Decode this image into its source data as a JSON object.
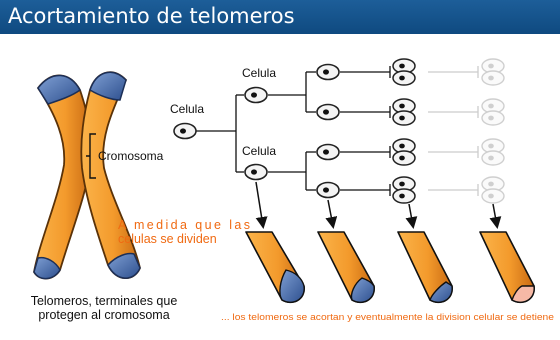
{
  "header": {
    "title": "Acortamiento de telomeros"
  },
  "colors": {
    "header_bg": "#1d5e99",
    "chromosome": "#f39a2c",
    "telomere": "#3e67a8",
    "annotation": "#f06a12"
  },
  "labels": {
    "chromosome": "Cromosoma",
    "cell_root": "Celula",
    "cell_top": "Celula",
    "cell_bottom": "Celula",
    "division_line1": "A medida que las",
    "division_line2": "celulas se dividen",
    "telomeres_line1": "Telomeros, terminales que",
    "telomeres_line2": "protegen al cromosoma",
    "bottom_note": "... los telomeros se acortan y eventualmente la division celular se detiene"
  },
  "chromatid_tips": {
    "telomere_level": [
      1.0,
      0.66,
      0.4,
      0.0
    ]
  }
}
